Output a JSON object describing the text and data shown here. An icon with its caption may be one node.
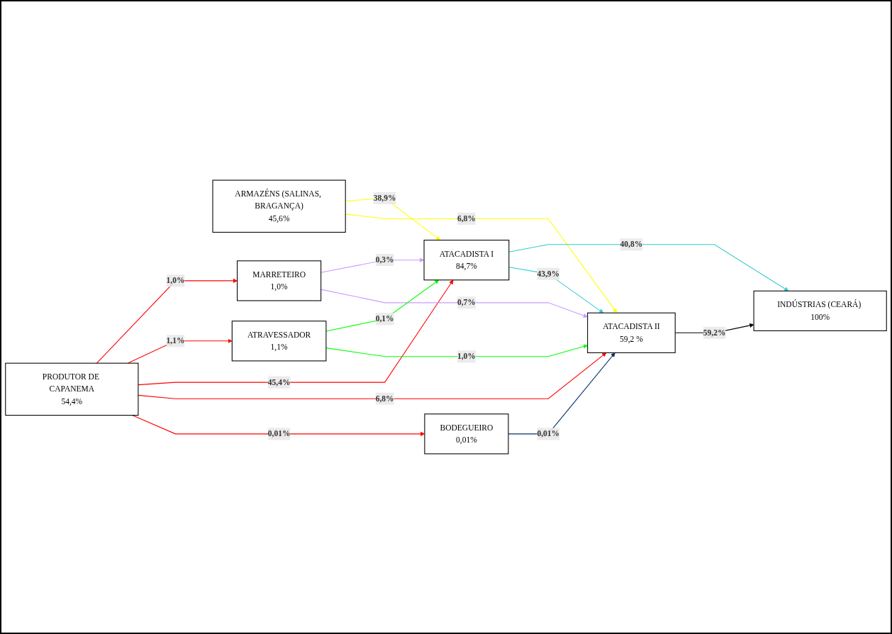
{
  "diagram": {
    "nodes": [
      {
        "text": [
          "ARMAZÉNS (SALINAS, BRAGANÇA)",
          "45,6%"
        ]
      },
      {
        "text": [
          "MARRETEIRO",
          "1,0%"
        ]
      },
      {
        "text": [
          "ATACADISTA I",
          "84,7%"
        ]
      },
      {
        "text": [
          "ATRAVESSADOR",
          "1,1%"
        ]
      },
      {
        "text": [
          "INDÚSTRIAS (CEARÁ) 100%"
        ]
      },
      {
        "text": [
          "ATACADISTA II",
          "59,2 %"
        ]
      },
      {
        "text": [
          "PRODUTOR DE CAPANEMA",
          "54,4%"
        ]
      },
      {
        "text": [
          "BODEGUEIRO",
          "0,01%"
        ]
      }
    ],
    "edges": [
      {
        "from": 6,
        "to": 1,
        "arrow": "to",
        "label": "1,0%",
        "color": "#ff0000"
      },
      {
        "from": 6,
        "to": 3,
        "arrow": "to",
        "label": "1,1%",
        "color": "#ff0000"
      },
      {
        "from": 6,
        "to": 2,
        "arrow": "to",
        "label": "45,4%",
        "color": "#ff0000"
      },
      {
        "from": 6,
        "to": 5,
        "arrow": "to",
        "label": "6,8%",
        "color": "#ff0000"
      },
      {
        "from": 6,
        "to": 7,
        "arrow": "to",
        "label": "0,01%",
        "color": "#ff0000"
      },
      {
        "from": 0,
        "to": 2,
        "arrow": "to",
        "label": "38,9%",
        "color": "#ffff00"
      },
      {
        "from": 0,
        "to": 5,
        "arrow": "to",
        "label": "6,8%",
        "color": "#ffff00"
      },
      {
        "from": 1,
        "to": 2,
        "arrow": "to",
        "label": "0,3%",
        "color": "#cc99ff"
      },
      {
        "from": 1,
        "to": 5,
        "arrow": "to",
        "label": "0,7%",
        "color": "#cc99ff"
      },
      {
        "from": 3,
        "to": 2,
        "arrow": "to",
        "label": "0,1%",
        "color": "#00ff00"
      },
      {
        "from": 3,
        "to": 5,
        "arrow": "to",
        "label": "1,0%",
        "color": "#00ff00"
      },
      {
        "from": 2,
        "to": 4,
        "arrow": "to",
        "label": "40,8%",
        "color": "#33cccc"
      },
      {
        "from": 2,
        "to": 5,
        "arrow": "to",
        "label": "43,9%",
        "color": "#33cccc"
      },
      {
        "from": 5,
        "to": 4,
        "arrow": "to",
        "label": "59,2%",
        "color": "#000000"
      },
      {
        "from": 7,
        "to": 5,
        "arrow": "to",
        "label": "0,01%",
        "color": "#003366"
      }
    ]
  }
}
